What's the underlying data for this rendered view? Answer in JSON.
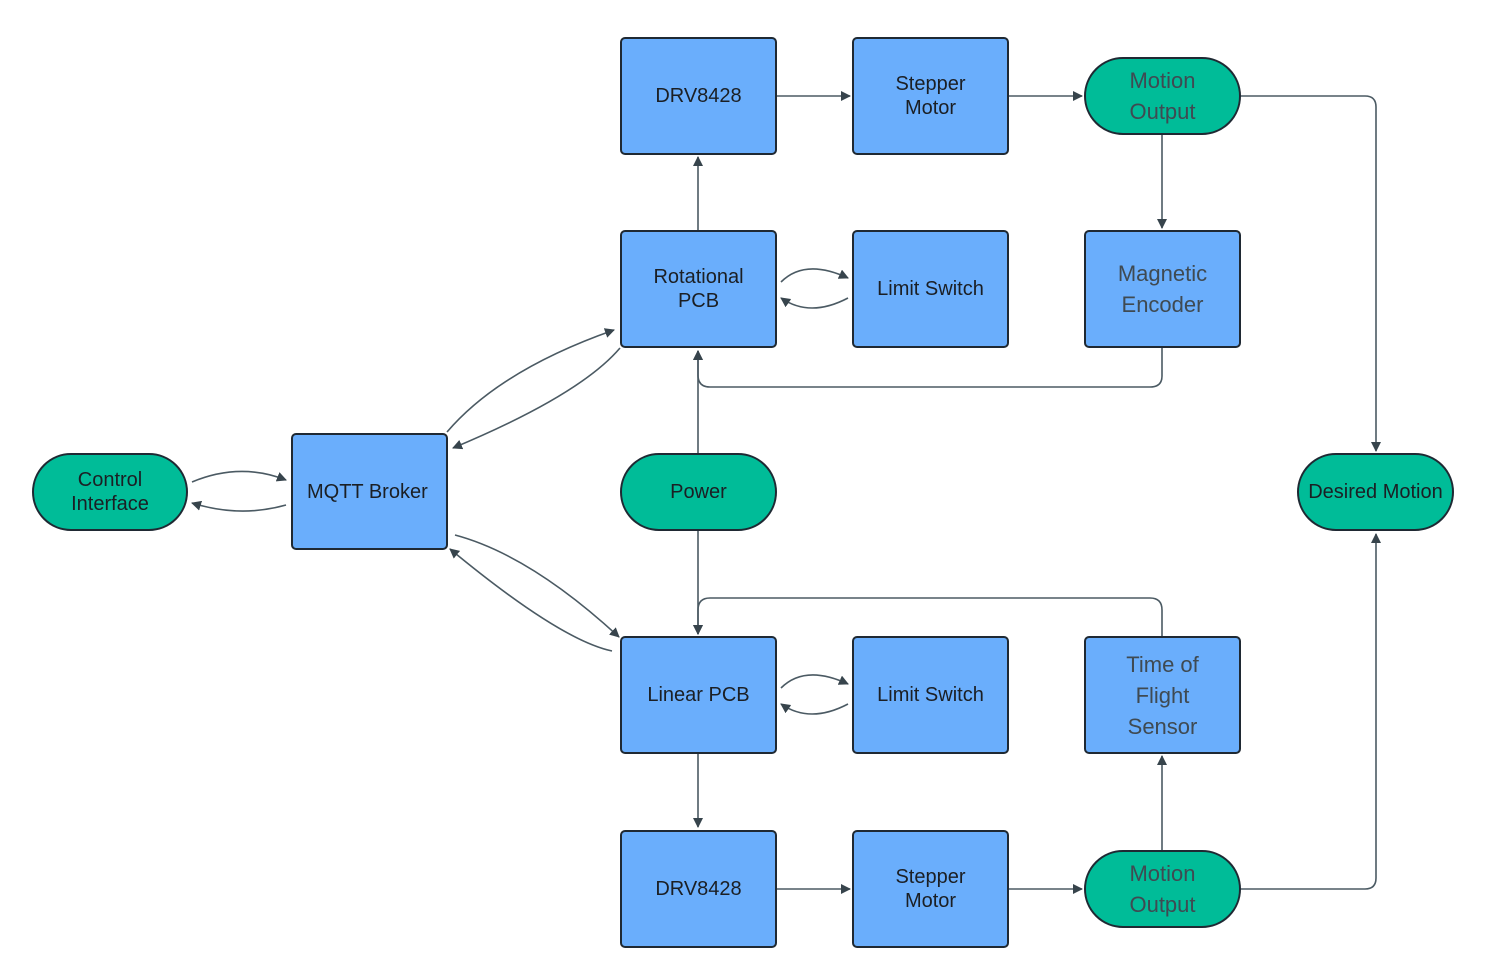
{
  "nodes": {
    "control_interface": "Control\nInterface",
    "mqtt_broker": "MQTT Broker",
    "power": "Power",
    "desired_motion": "Desired Motion",
    "rotational": {
      "pcb": "Rotational\nPCB",
      "driver": "DRV8428",
      "stepper": "Stepper\nMotor",
      "motion_output": "Motion\nOutput",
      "limit_switch": "Limit Switch",
      "sensor": "Magnetic\nEncoder"
    },
    "linear": {
      "pcb": "Linear PCB",
      "driver": "DRV8428",
      "stepper": "Stepper\nMotor",
      "motion_output": "Motion\nOutput",
      "limit_switch": "Limit Switch",
      "sensor": "Time of\nFlight\nSensor"
    }
  },
  "colors": {
    "box_fill": "#6aaefc",
    "pill_fill": "#00bc98",
    "connector": "#4b5a63",
    "outline": "#1f2933"
  }
}
